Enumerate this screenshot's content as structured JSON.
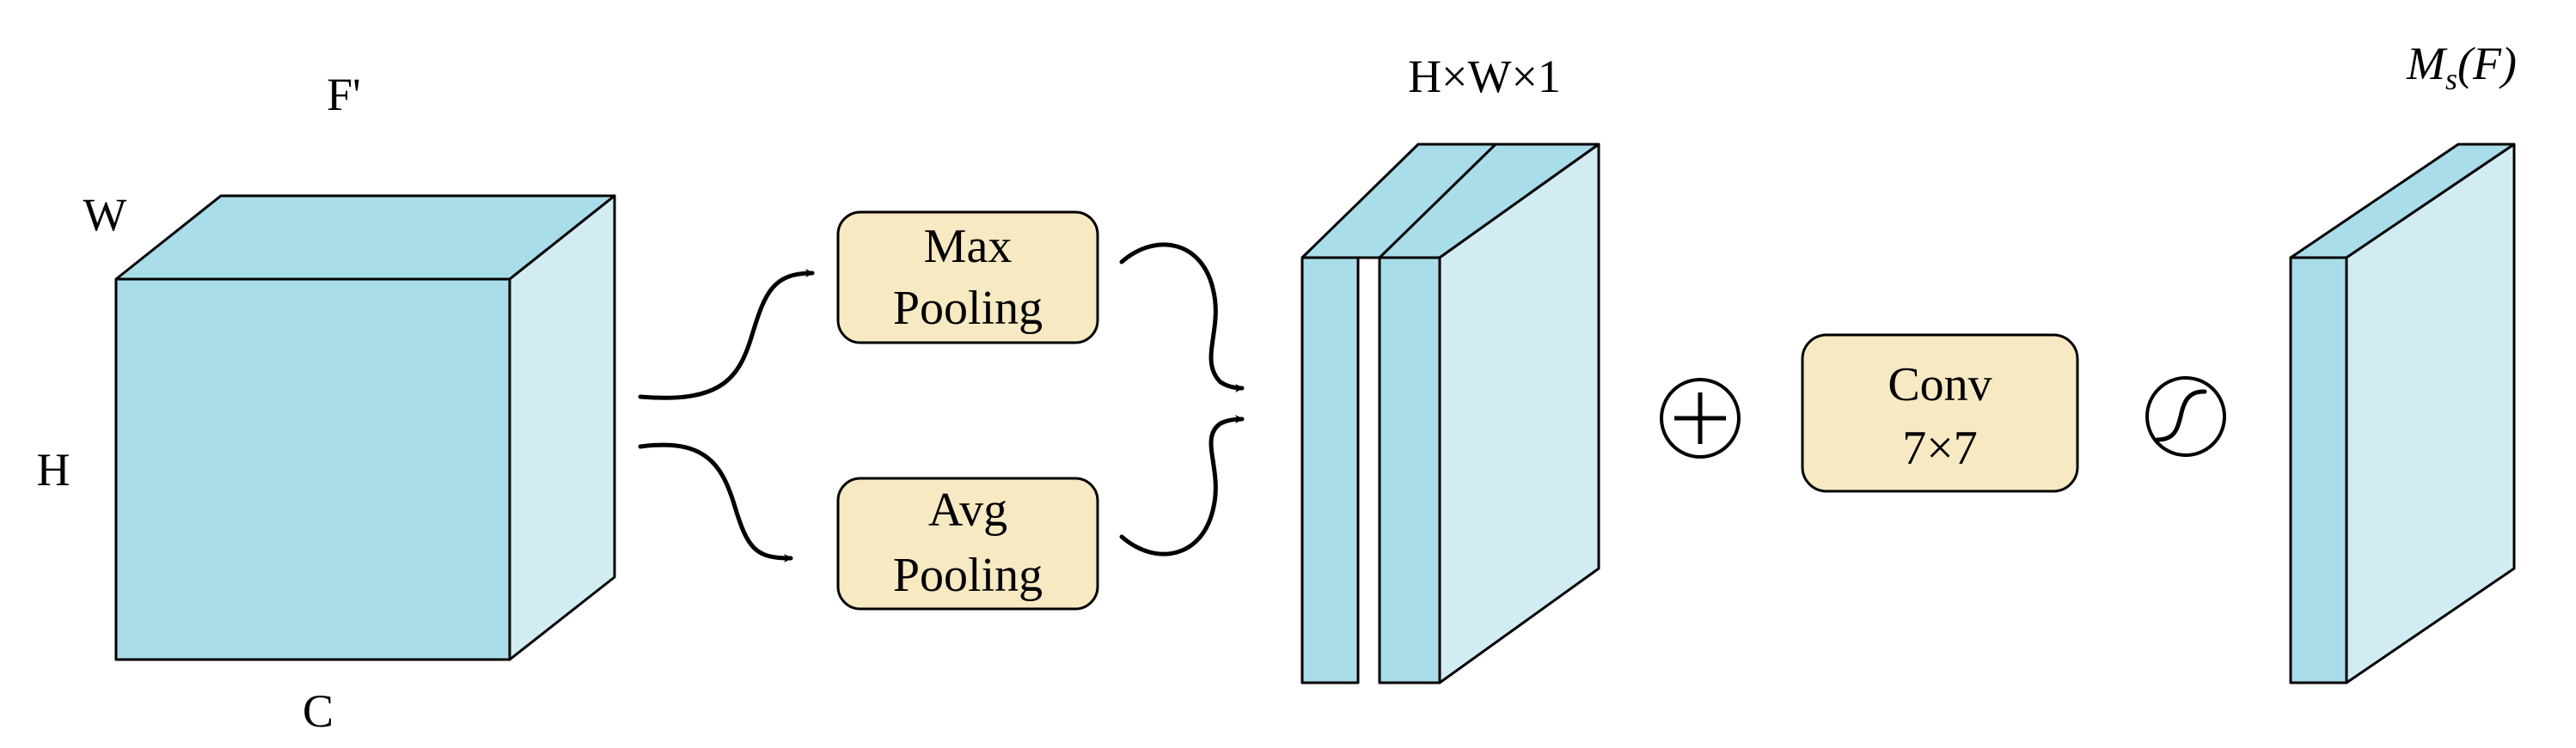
{
  "input_cube": {
    "title": "F'",
    "label_w": "W",
    "label_h": "H",
    "label_c": "C"
  },
  "max_pool": {
    "line1": "Max",
    "line2": "Pooling"
  },
  "avg_pool": {
    "line1": "Avg",
    "line2": "Pooling"
  },
  "concat": {
    "label": "H×W×1"
  },
  "conv": {
    "line1": "Conv",
    "line2": "7×7"
  },
  "output": {
    "label_main": "M",
    "label_sub": "s",
    "label_arg": "(F)"
  },
  "colors": {
    "cube_front": "#a8dde9",
    "cube_side": "#d2ecf3",
    "box_fill": "#f7e9c2",
    "stroke": "#000000"
  },
  "icons": [
    "concat-plus-icon",
    "sigmoid-icon",
    "arrow-icon"
  ]
}
